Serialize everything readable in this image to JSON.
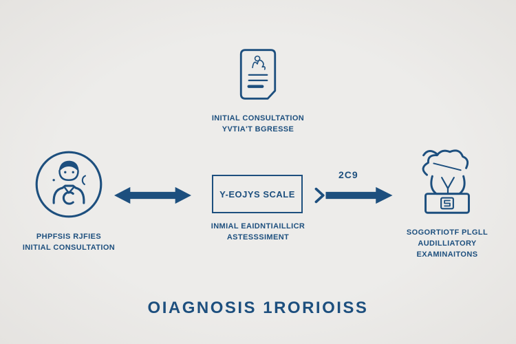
{
  "colors": {
    "accent": "#1d4f7e",
    "background": "#eceae7"
  },
  "top_node": {
    "icon": "consultation-form-icon",
    "line1": "INITIAL CONSULTATION",
    "line2": "YVTIA'T BGRESSE"
  },
  "left_node": {
    "icon": "doctor-icon",
    "line1": "PHPFSIS RJFIES",
    "line2": "INITIAL CONSULTATION"
  },
  "center_node": {
    "box_label": "Y-EOJYS SCALE",
    "line1": "INMIAL EAIDNTIAILLICR",
    "line2": "ASTESSSIMENT"
  },
  "flow": {
    "arrow_label": "2C9"
  },
  "right_node": {
    "icon": "scanner-machine-icon",
    "line1": "SOGORTIOTF PLGLL",
    "line2": "AUDILLIATORY",
    "line3": "EXAMINAITONS"
  },
  "footer": {
    "title": "OIAGNOSIS 1RORIOISS"
  }
}
